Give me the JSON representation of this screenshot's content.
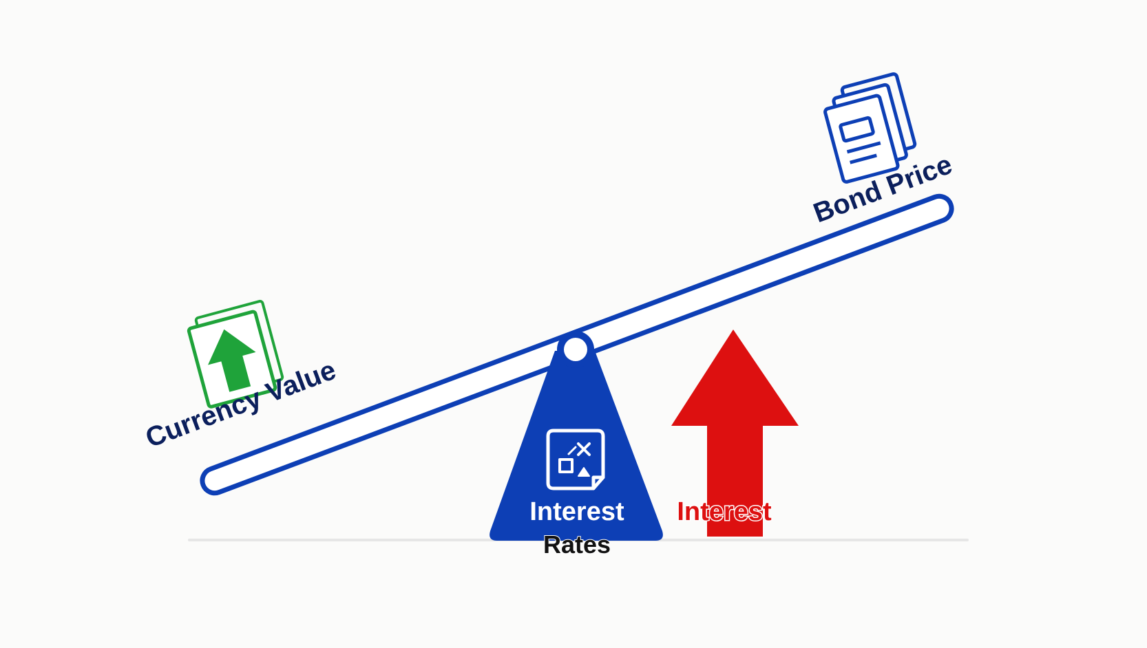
{
  "diagram": {
    "left_label": "Currency Value",
    "right_label": "Bond Price",
    "fulcrum_label_line1": "Interest",
    "fulcrum_label_line2": "Rates",
    "arrow_label": "Interest",
    "icons": {
      "left": "currency-up-arrow-icon",
      "right": "bond-document-icon",
      "fulcrum": "rates-shapes-icon",
      "arrow": "rising-arrow-icon"
    },
    "colors": {
      "navy": "#0b1f5c",
      "blue": "#0d3fb5",
      "green": "#1fa33a",
      "red": "#dd1010",
      "white": "#ffffff",
      "ground": "#e6e6e6"
    }
  }
}
